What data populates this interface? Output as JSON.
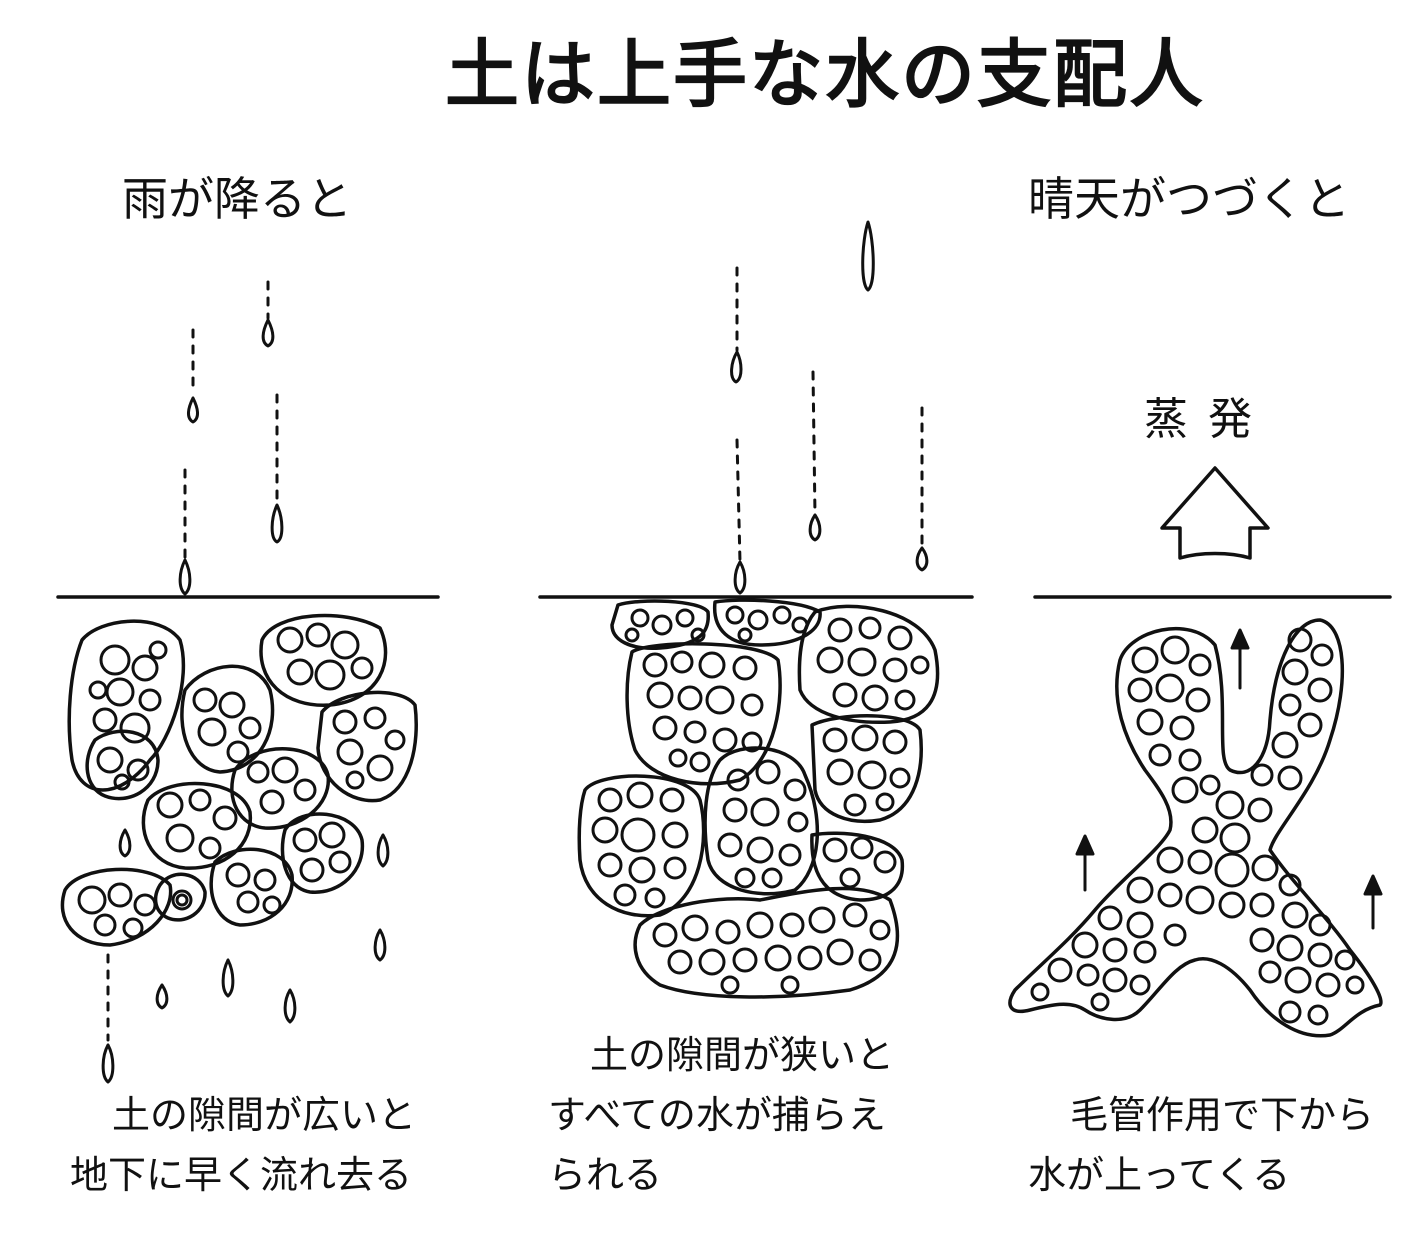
{
  "title": "土は上手な水の支配人",
  "panels": [
    {
      "heading": "雨が降ると",
      "caption_lines": [
        "土の隙間が広いと",
        "地下に早く流れ去る"
      ]
    },
    {
      "heading": "",
      "caption_lines": [
        "土の隙間が狭いと",
        "すべての水が捕らえ",
        "られる"
      ]
    },
    {
      "heading": "晴天がつづくと",
      "caption_lines": [
        "毛管作用で下から",
        "水が上ってくる"
      ],
      "arrow_label": "蒸発"
    }
  ]
}
